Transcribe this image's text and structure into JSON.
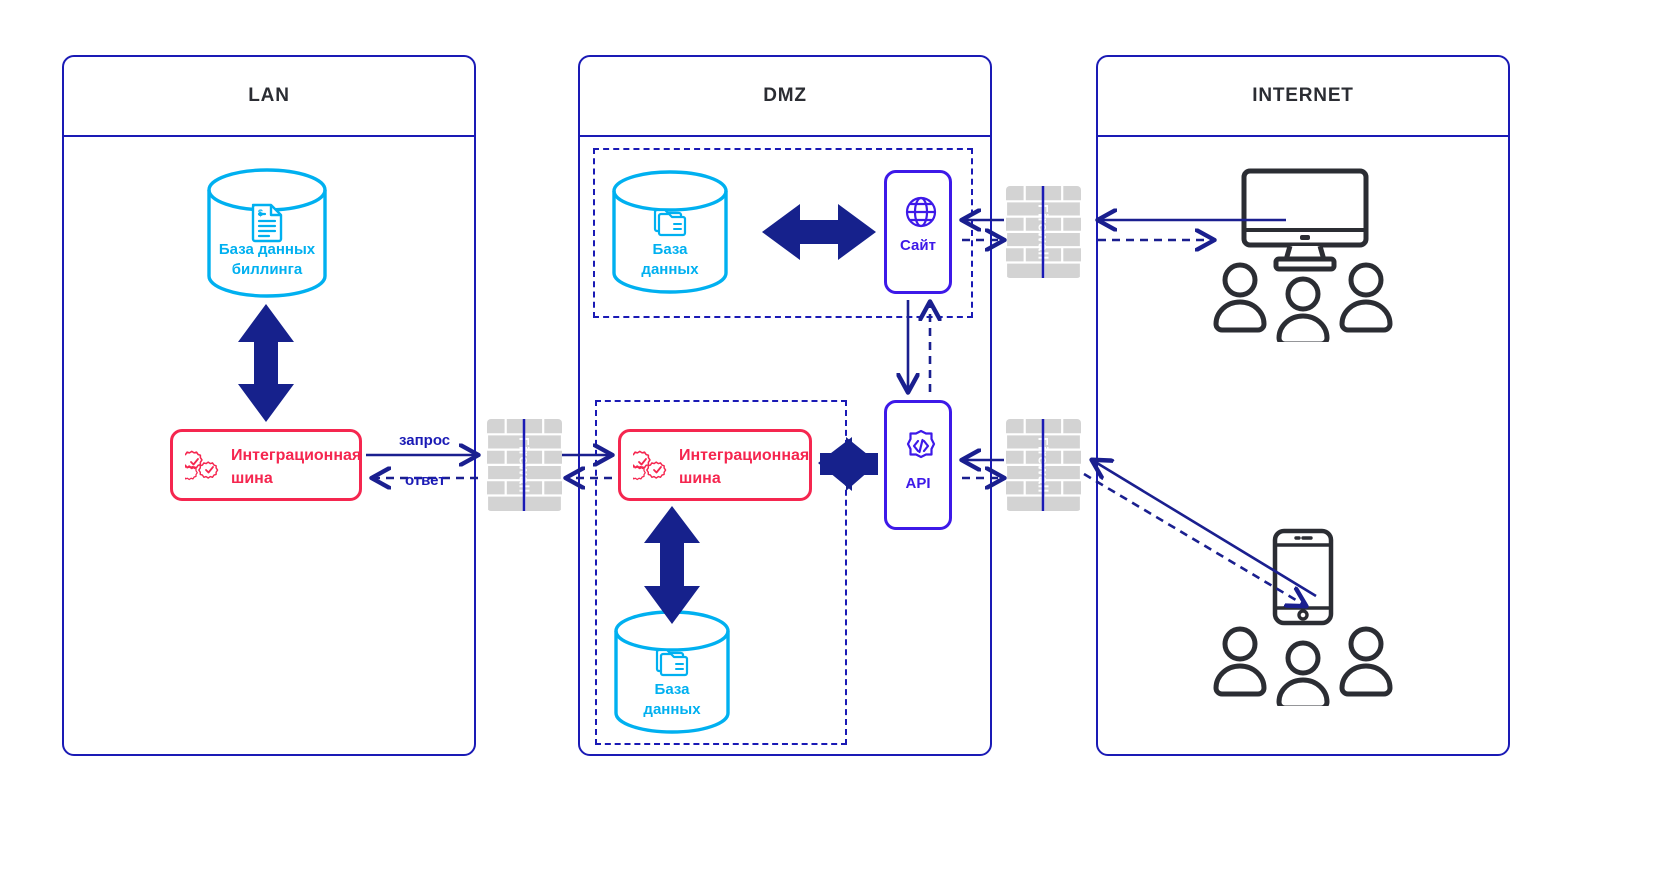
{
  "diagram": {
    "type": "network-architecture",
    "zones": [
      {
        "id": "lan",
        "title": "LAN"
      },
      {
        "id": "dmz",
        "title": "DMZ"
      },
      {
        "id": "internet",
        "title": "INTERNET"
      }
    ],
    "nodes": [
      {
        "id": "billing-db",
        "zone": "lan",
        "kind": "database",
        "icon": "invoice-icon",
        "label_line1": "База данных",
        "label_line2": "биллинга",
        "color": "#00b0f0"
      },
      {
        "id": "lan-bus",
        "zone": "lan",
        "kind": "box",
        "icon": "gears-icon",
        "label_line1": "Интеграционная",
        "label_line2": "шина",
        "color": "#f5264f"
      },
      {
        "id": "dmz-db-top",
        "zone": "dmz",
        "kind": "database",
        "icon": "folders-icon",
        "label_line1": "База",
        "label_line2": "данных",
        "color": "#00b0f0"
      },
      {
        "id": "site",
        "zone": "dmz",
        "kind": "box",
        "icon": "globe-icon",
        "label_line1": "Сайт",
        "label_line2": "",
        "color": "#3d19e8"
      },
      {
        "id": "dmz-bus",
        "zone": "dmz",
        "kind": "box",
        "icon": "gears-icon",
        "label_line1": "Интеграционная",
        "label_line2": "шина",
        "color": "#f5264f"
      },
      {
        "id": "api",
        "zone": "dmz",
        "kind": "box",
        "icon": "code-icon",
        "label_line1": "API",
        "label_line2": "",
        "color": "#3d19e8"
      },
      {
        "id": "dmz-db-bottom",
        "zone": "dmz",
        "kind": "database",
        "icon": "folders-icon",
        "label_line1": "База",
        "label_line2": "данных",
        "color": "#00b0f0"
      },
      {
        "id": "desktop-users",
        "zone": "internet",
        "kind": "endpoint",
        "icon": "monitor-icon",
        "label_line1": "",
        "label_line2": "",
        "color": "#2b2d33"
      },
      {
        "id": "mobile-users",
        "zone": "internet",
        "kind": "endpoint",
        "icon": "smartphone-icon",
        "label_line1": "",
        "label_line2": "",
        "color": "#2b2d33"
      }
    ],
    "firewalls": [
      {
        "id": "fw-lan-dmz",
        "label": "Firewall"
      },
      {
        "id": "fw-dmz-site",
        "label": "Firewall"
      },
      {
        "id": "fw-dmz-api",
        "label": "Firewall"
      }
    ],
    "flow_labels": [
      {
        "id": "request",
        "text": "запрос"
      },
      {
        "id": "response",
        "text": "ответ"
      }
    ],
    "colors": {
      "panel_border": "#1a1ab5",
      "arrow_navy": "#1a1f8f",
      "thick_arrow": "#16218c",
      "database_cyan": "#00b0f0",
      "bus_red": "#f5264f",
      "service_blue": "#3d19e8",
      "firewall_grey": "#d2d2d2",
      "endpoint_dark": "#2b2d33",
      "title_text": "#2b2d33"
    }
  }
}
